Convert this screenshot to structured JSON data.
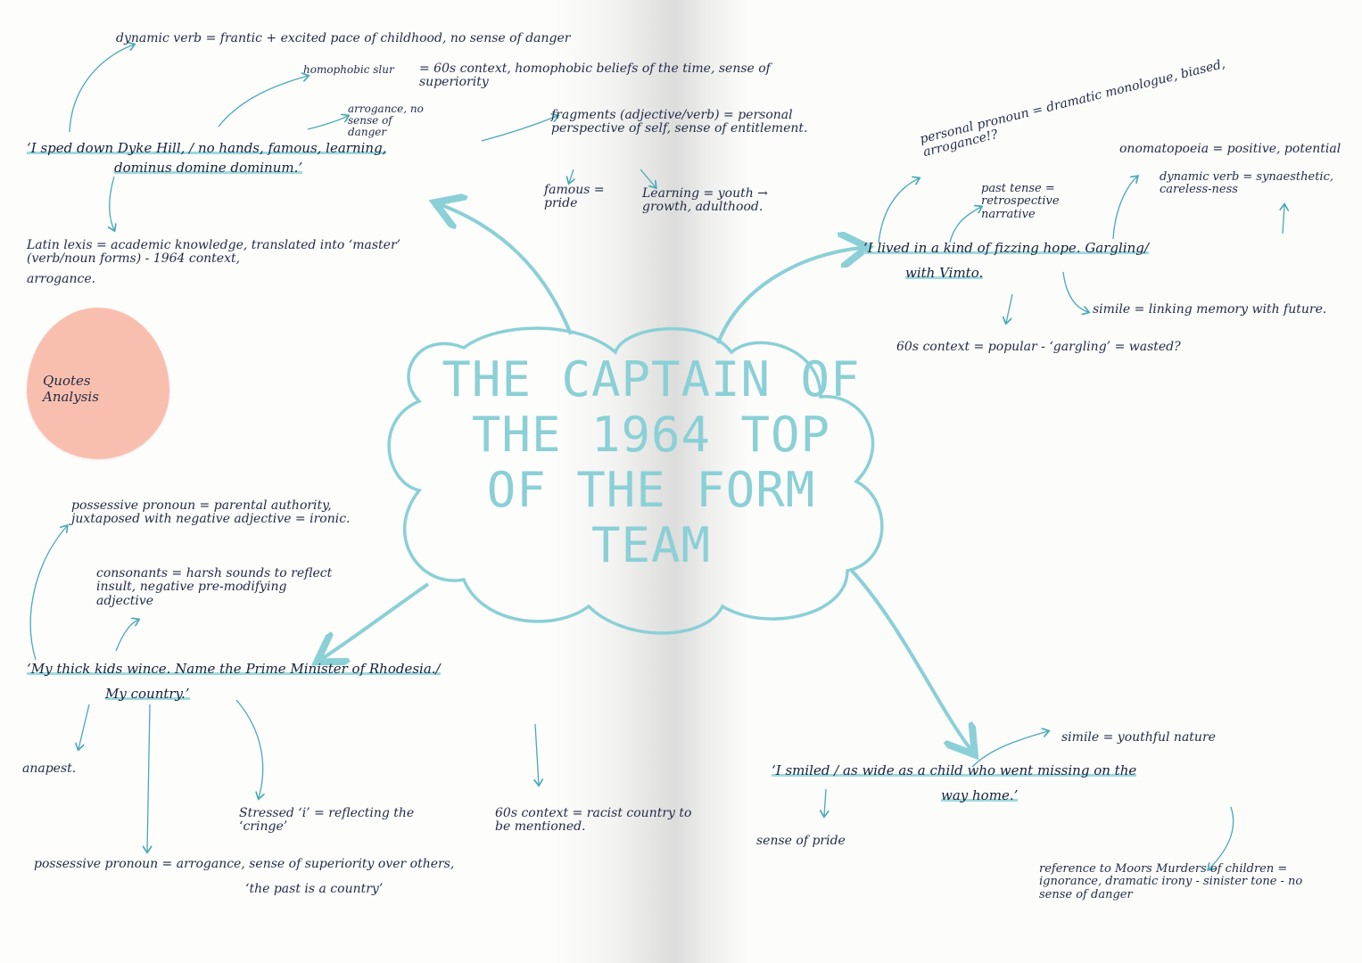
{
  "title_lines": [
    "THE CAPTAIN OF",
    "THE 1964 TOP",
    "OF THE FORM",
    "TEAM"
  ],
  "sticky_note": "Quotes Analysis",
  "colors": {
    "ink": "#1f2a44",
    "accent": "#4aa9b6",
    "highlight": "#9fd9dd",
    "sticky": "#f9bfae"
  },
  "quote1": {
    "line1": "‘I sped down Dyke Hill, / no hands, famous, learning,",
    "line2": "dominus domine dominum.’",
    "notes": {
      "dynamic_verb": "dynamic verb = frantic + excited pace of childhood, no sense of danger",
      "homophobic_slur": "homophobic slur",
      "homophobic_context": "= 60s context, homophobic beliefs of the time, sense of superiority",
      "arrogance": "arrogance, no sense of danger",
      "fragments": "fragments (adjective/verb) = personal perspective of self, sense of entitlement.",
      "famous": "famous = pride",
      "learning": "Learning = youth → growth, adulthood.",
      "latin": "Latin lexis = academic knowledge, translated into ‘master’ (verb/noun forms) - 1964 context,",
      "latin_end": "arrogance."
    }
  },
  "quote2": {
    "line1": "‘I lived in a kind of fizzing hope. Gargling/",
    "line2": "with Vimto.",
    "notes": {
      "personal_pronoun": "personal pronoun = dramatic monologue, biased, arrogance!?",
      "past_tense": "past tense = retrospective narrative",
      "onomatopoeia": "onomatopoeia = positive, potential",
      "dynamic_verb": "dynamic verb = synaesthetic, careless-ness",
      "simile": "simile = linking memory with future.",
      "context": "60s context = popular - ‘gargling’ = wasted?"
    }
  },
  "quote3": {
    "line1": "‘My thick kids wince. Name the Prime Minister of Rhodesia./",
    "line2": "My country.’",
    "notes": {
      "possessive_pronoun": "possessive pronoun = parental authority, juxtaposed with negative adjective = ironic.",
      "consonants": "consonants = harsh sounds to reflect insult, negative pre-modifying adjective",
      "anapest": "anapest.",
      "stressed_i": "Stressed ‘i’ = reflecting the ‘cringe’",
      "context_60s": "60s context = racist country to be mentioned.",
      "possessive_arrogance": "possessive pronoun = arrogance, sense of superiority over others,",
      "past_country": "‘the past is a country’"
    }
  },
  "quote4": {
    "line1": "‘I smiled / as wide as a child who went missing on the",
    "line2": "way home.’",
    "notes": {
      "simile": "simile = youthful nature",
      "pride": "sense of pride",
      "moors": "reference to Moors Murders of children = ignorance, dramatic irony - sinister tone - no sense of danger"
    }
  }
}
